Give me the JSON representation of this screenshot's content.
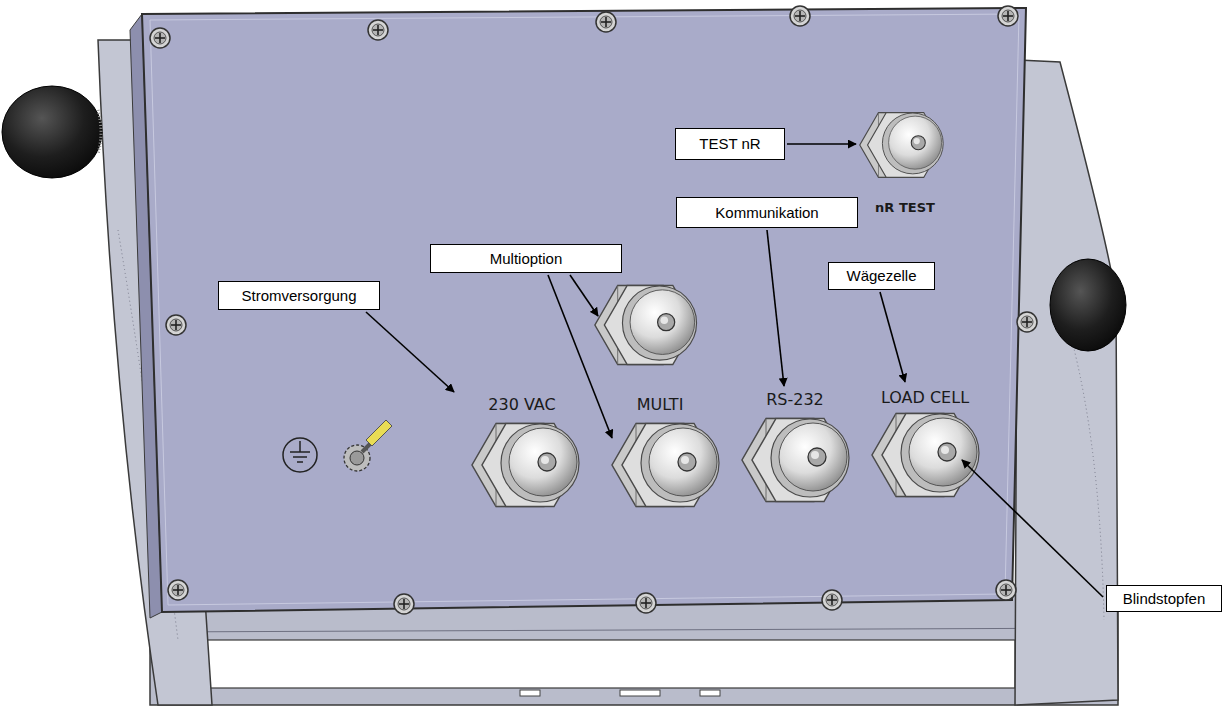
{
  "diagram": {
    "nodes": [
      {
        "text": [
          "TEST nR"
        ]
      },
      {
        "text": [
          "Kommunikation"
        ]
      },
      {
        "text": [
          "Multioption"
        ]
      },
      {
        "text": [
          "Wägezelle"
        ]
      },
      {
        "text": [
          "Stromversorgung"
        ]
      },
      {
        "text": [
          "Blindstopfen"
        ]
      }
    ],
    "labels": [
      "nR TEST",
      "230 VAC",
      "MULTI",
      "RS-232",
      "LOAD CELL"
    ]
  }
}
